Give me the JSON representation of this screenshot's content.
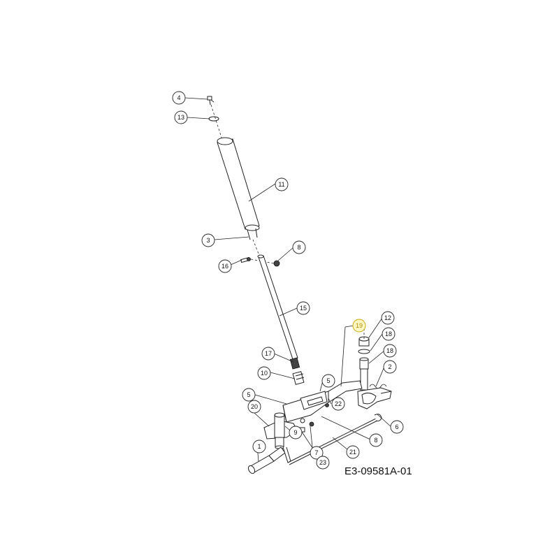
{
  "diagram_code": "E3-09581A-01",
  "callouts": [
    {
      "id": "c4",
      "label": "4"
    },
    {
      "id": "c13",
      "label": "13"
    },
    {
      "id": "c11",
      "label": "11"
    },
    {
      "id": "c3",
      "label": "3"
    },
    {
      "id": "c8a",
      "label": "8"
    },
    {
      "id": "c16",
      "label": "16"
    },
    {
      "id": "c15",
      "label": "15"
    },
    {
      "id": "c19",
      "label": "19",
      "highlight": true
    },
    {
      "id": "c12",
      "label": "12"
    },
    {
      "id": "c18a",
      "label": "18"
    },
    {
      "id": "c18b",
      "label": "18"
    },
    {
      "id": "c17",
      "label": "17"
    },
    {
      "id": "c10",
      "label": "10"
    },
    {
      "id": "c5a",
      "label": "5"
    },
    {
      "id": "c2",
      "label": "2"
    },
    {
      "id": "c5b",
      "label": "5"
    },
    {
      "id": "c22",
      "label": "22"
    },
    {
      "id": "c20",
      "label": "20"
    },
    {
      "id": "c6",
      "label": "6"
    },
    {
      "id": "c9",
      "label": "9"
    },
    {
      "id": "c8b",
      "label": "8"
    },
    {
      "id": "c1",
      "label": "1"
    },
    {
      "id": "c7",
      "label": "7"
    },
    {
      "id": "c21",
      "label": "21"
    },
    {
      "id": "c23",
      "label": "23"
    }
  ],
  "colors": {
    "highlight": "#c9a400",
    "line": "#222222"
  }
}
